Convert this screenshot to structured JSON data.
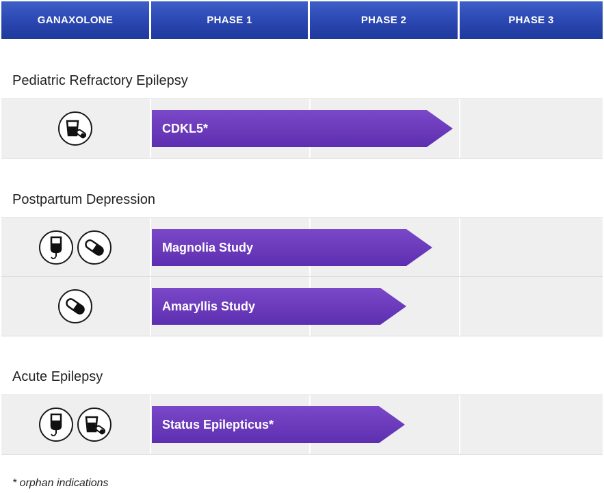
{
  "header": [
    "GANAXOLONE",
    "PHASE 1",
    "PHASE 2",
    "PHASE 3"
  ],
  "sections": {
    "pediatric": {
      "title": "Pediatric Refractory Epilepsy",
      "rows": [
        {
          "label": "CDKL5*",
          "icons": [
            "oral-suspension-icon"
          ]
        }
      ]
    },
    "postpartum": {
      "title": "Postpartum Depression",
      "rows": [
        {
          "label": "Magnolia Study",
          "icons": [
            "iv-bag-icon",
            "capsule-icon"
          ]
        },
        {
          "label": "Amaryllis Study",
          "icons": [
            "capsule-icon"
          ]
        }
      ]
    },
    "acute": {
      "title": "Acute Epilepsy",
      "rows": [
        {
          "label": "Status Epilepticus*",
          "icons": [
            "iv-bag-icon",
            "oral-suspension-icon"
          ]
        }
      ]
    }
  },
  "footnote": "* orphan indications",
  "colors": {
    "header": "#2a46b0",
    "bar": "#6a3cbc",
    "row": "#efefef"
  }
}
